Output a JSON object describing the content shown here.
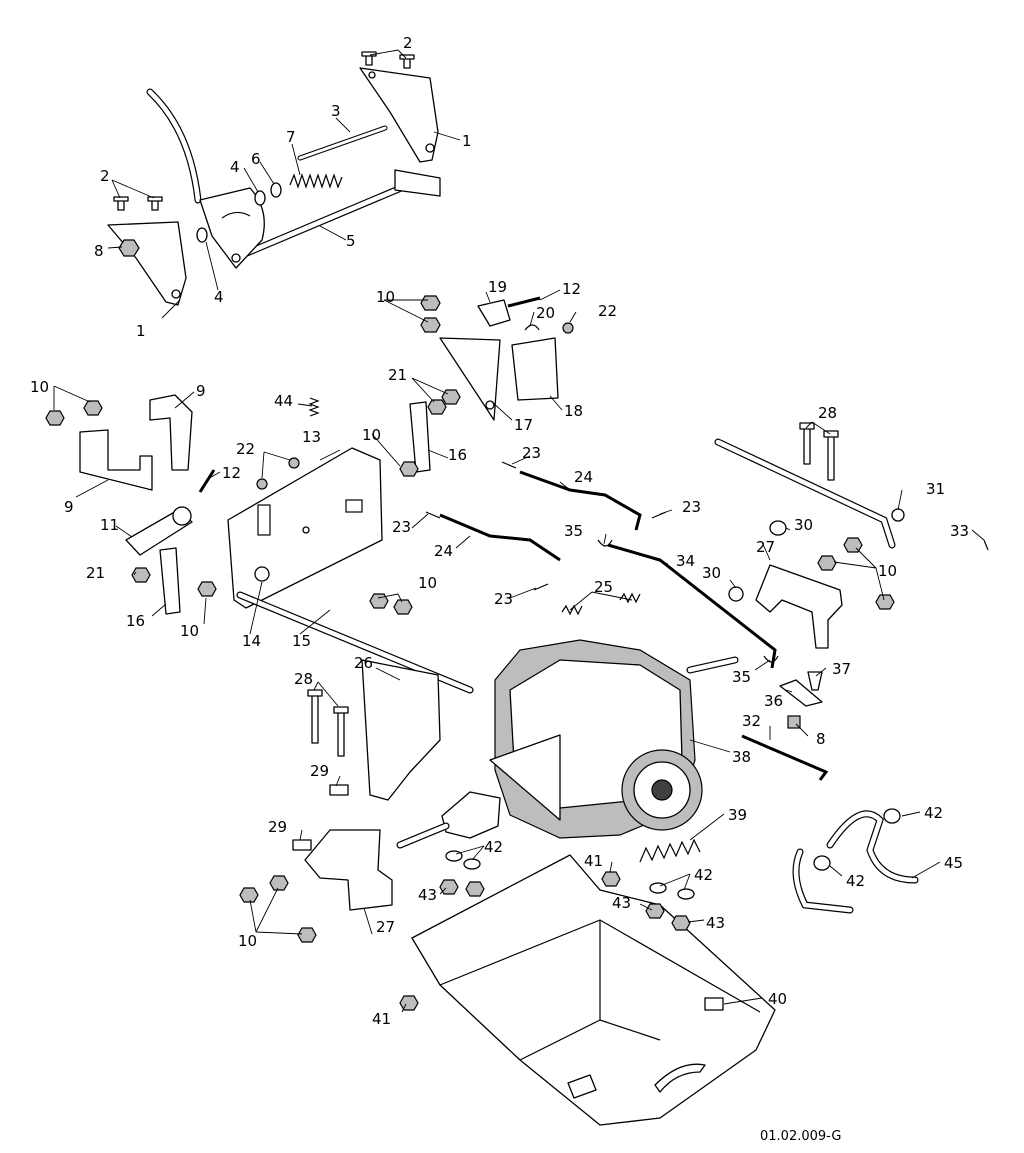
{
  "callouts": [
    "1",
    "2",
    "3",
    "4",
    "5",
    "6",
    "7",
    "8",
    "9",
    "10",
    "11",
    "12",
    "13",
    "14",
    "15",
    "16",
    "17",
    "18",
    "19",
    "20",
    "21",
    "22",
    "23",
    "24",
    "25",
    "26",
    "27",
    "28",
    "29",
    "30",
    "31",
    "32",
    "33",
    "34",
    "35",
    "36",
    "37",
    "38",
    "39",
    "40",
    "41",
    "42",
    "43",
    "44",
    "45"
  ],
  "drawing_number": "01.02.009-G"
}
